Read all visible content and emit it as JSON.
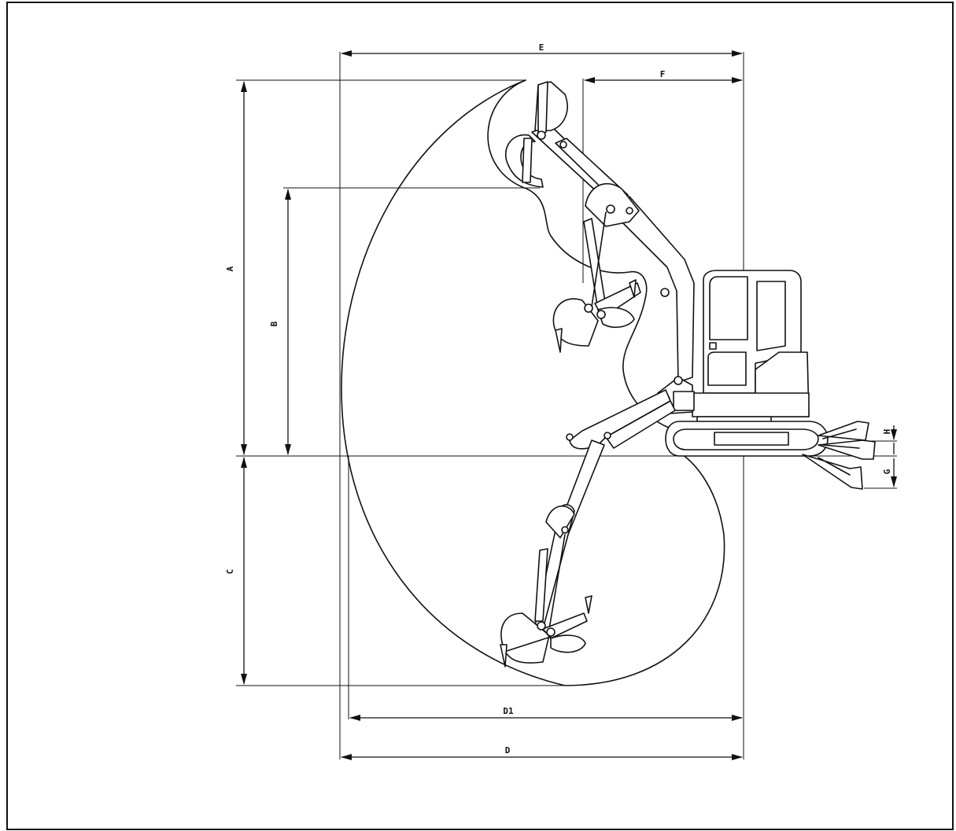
{
  "diagram": {
    "labels": {
      "A": "A",
      "B": "B",
      "C": "C",
      "D": "D",
      "D1": "D1",
      "E": "E",
      "F": "F",
      "G": "G",
      "H": "H"
    },
    "colors": {
      "line": "#111111",
      "background": "#ffffff"
    }
  }
}
